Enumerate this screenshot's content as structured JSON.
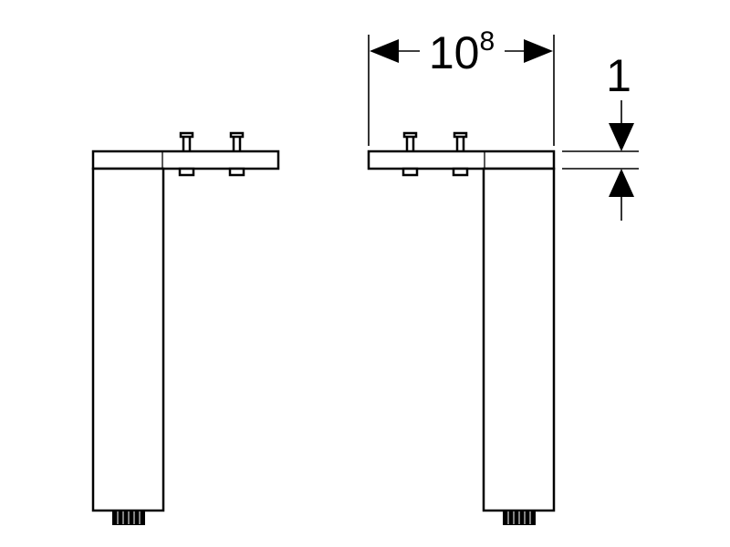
{
  "dimensions": {
    "width_label": {
      "value": "10",
      "superscript": "8"
    },
    "thickness_label": "1"
  },
  "colors": {
    "line": "#000000",
    "background": "#ffffff"
  }
}
